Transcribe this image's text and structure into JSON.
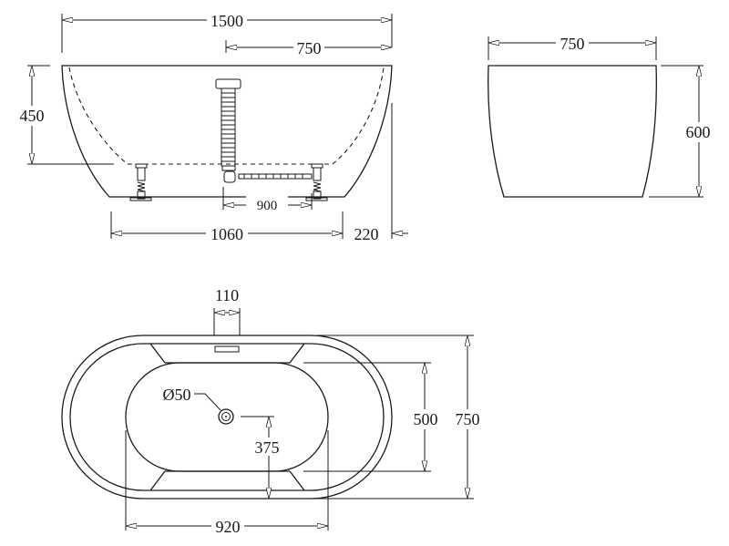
{
  "side_view": {
    "overall_length": "1500",
    "half_length": "750",
    "depth": "450",
    "leg_spacing": "900",
    "base_length": "1060",
    "base_offset": "220"
  },
  "end_view": {
    "width": "750",
    "height": "600"
  },
  "top_view": {
    "overflow_width": "110",
    "drain_diameter": "Ø50",
    "drain_offset": "375",
    "basin_width": "500",
    "overall_width": "750",
    "basin_length": "920"
  },
  "colors": {
    "line": "#1a1a1a",
    "background": "#ffffff"
  }
}
